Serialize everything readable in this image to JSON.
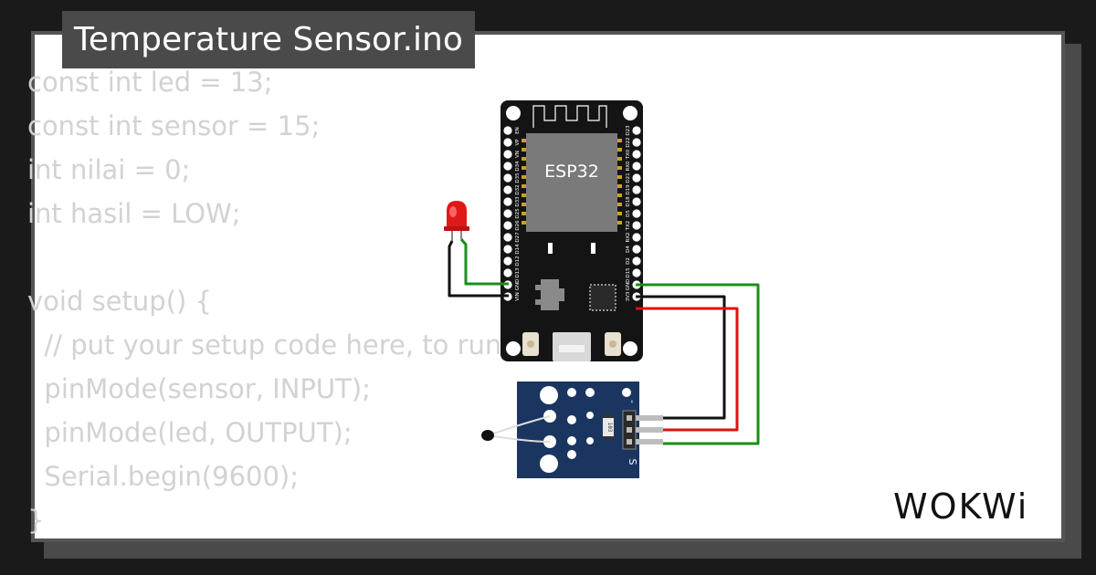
{
  "title": "Temperature Sensor.ino",
  "code_lines": [
    "const int led = 13;",
    "const int sensor = 15;",
    "int nilai = 0;",
    "int hasil = LOW;",
    "",
    "void setup() {",
    "  // put your setup code here, to run once:",
    "  pinMode(sensor, INPUT);",
    "  pinMode(led, OUTPUT);",
    "  Serial.begin(9600);",
    "}"
  ],
  "esp32": {
    "chip_label": "ESP32",
    "left_pins": [
      "EN",
      "VP",
      "VN",
      "D34",
      "D35",
      "D32",
      "D33",
      "D25",
      "D26",
      "D27",
      "D14",
      "D12",
      "D13",
      "GND",
      "VIN"
    ],
    "right_pins": [
      "D23",
      "D22",
      "TX0",
      "RX0",
      "D21",
      "D19",
      "D18",
      "D5",
      "TX2",
      "RX2",
      "D4",
      "D2",
      "D15",
      "GND",
      "3V3"
    ]
  },
  "sensor_module": {
    "pin_top_label": "-",
    "pin_bottom_label": "S",
    "resistor_label": "103"
  },
  "wire_colors": {
    "green": "#1a8f1a",
    "black": "#111111",
    "red": "#e01010"
  },
  "logo": "WOKWi"
}
